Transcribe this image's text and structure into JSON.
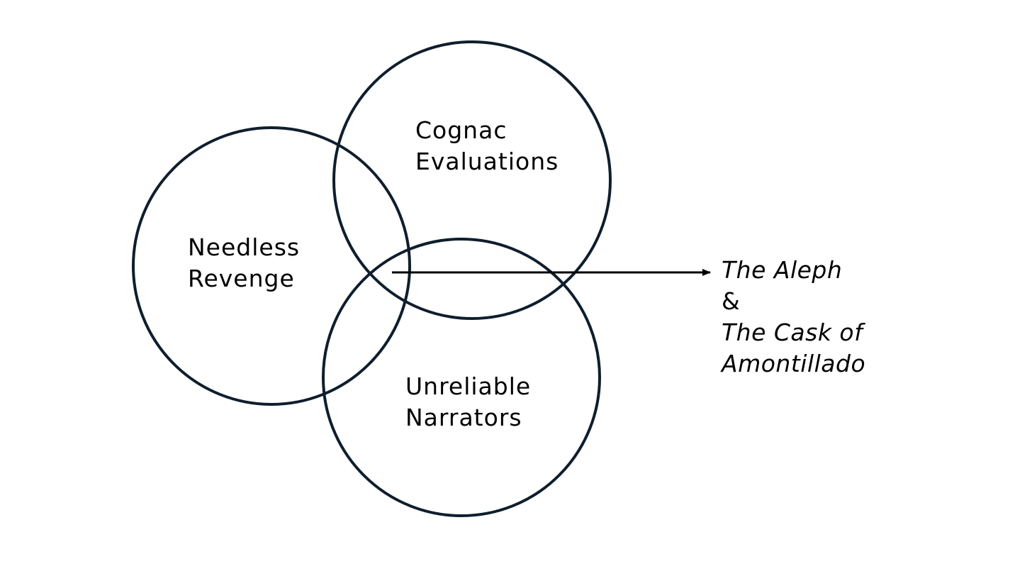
{
  "colors": {
    "circle_stroke": "#0f1e2d",
    "text": "#000000",
    "arrow": "#000000"
  },
  "circles": [
    {
      "id": "needless-revenge",
      "line1": "Needless",
      "line2": "Revenge"
    },
    {
      "id": "cognac-evaluations",
      "line1": "Cognac",
      "line2": "Evaluations"
    },
    {
      "id": "unreliable-narrators",
      "line1": "Unreliable",
      "line2": "Narrators"
    }
  ],
  "result": {
    "line1": "The Aleph",
    "line2": "&",
    "line3": "The Cask of",
    "line4": "Amontillado"
  }
}
